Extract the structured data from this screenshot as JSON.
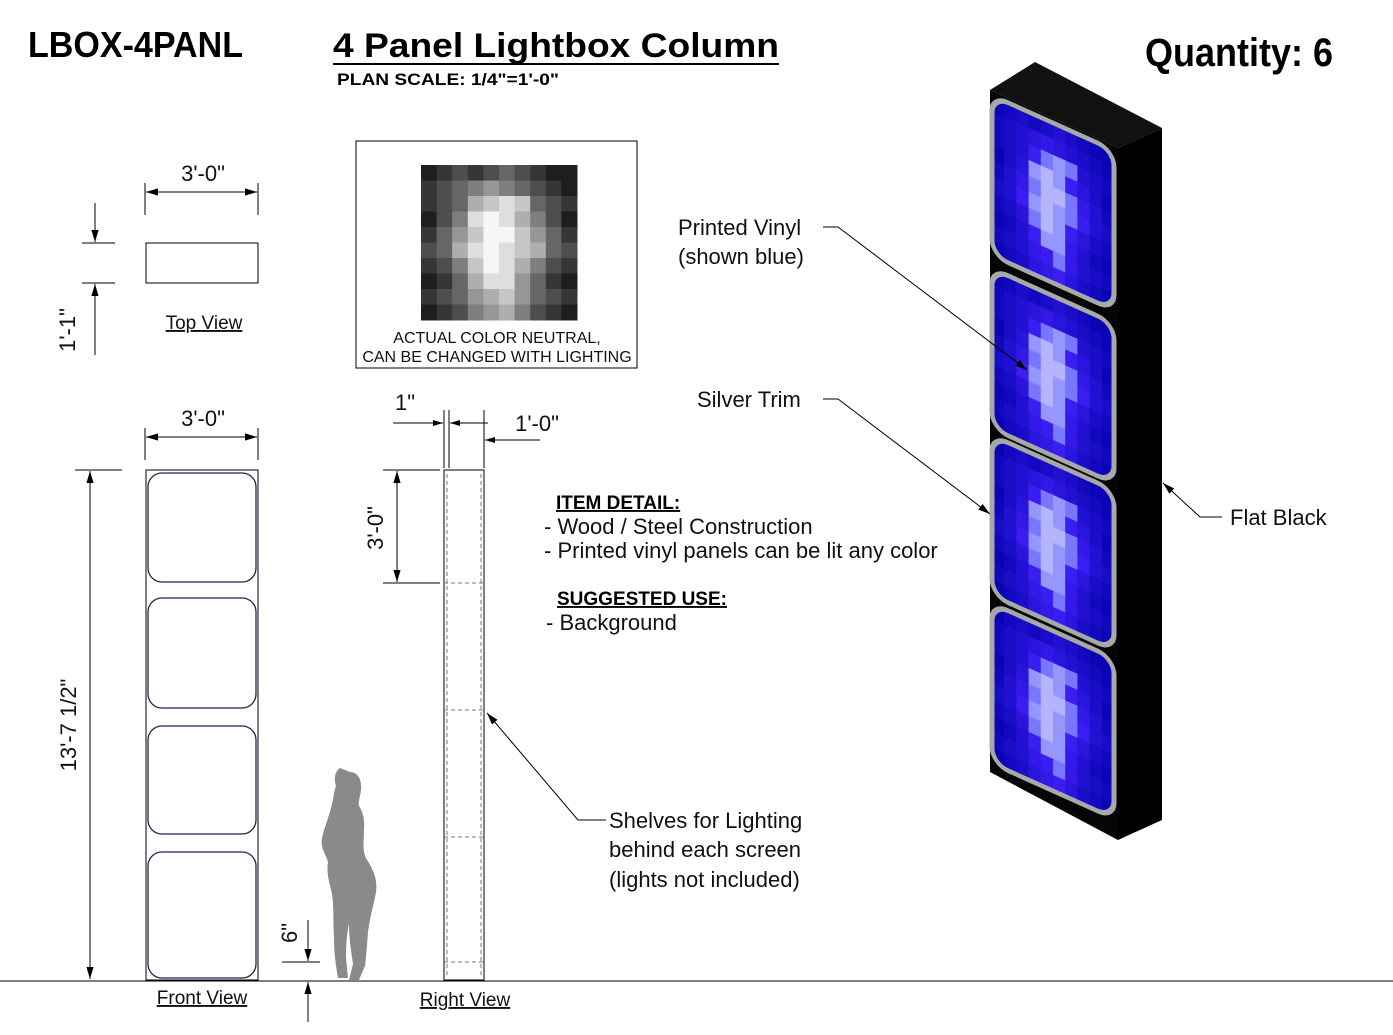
{
  "header": {
    "code": "LBOX-4PANL",
    "title": "4 Panel Lightbox Column",
    "scale": "PLAN  SCALE: 1/4\"=1'-0\"",
    "quantity": "Quantity: 6"
  },
  "top_view": {
    "width": "3'-0\"",
    "depth": "1'-1\"",
    "label": "Top View"
  },
  "front_view": {
    "width": "3'-0\"",
    "height": "13'-7 1/2\"",
    "base": "6\"",
    "label": "Front View"
  },
  "right_view": {
    "trim": "1\"",
    "depth": "1'-0\"",
    "panel_height": "3'-0\"",
    "label": "Right View"
  },
  "swatch": {
    "line1": "ACTUAL  COLOR  NEUTRAL,",
    "line2": "CAN  BE  CHANGED  WITH  LIGHTING"
  },
  "details": {
    "item_heading": "ITEM DETAIL:",
    "items": [
      "- Wood / Steel Construction",
      "- Printed vinyl panels can be lit any color"
    ],
    "use_heading": "SUGGESTED USE:",
    "uses": [
      "- Background"
    ]
  },
  "callouts": {
    "vinyl": [
      "Printed Vinyl",
      "(shown blue)"
    ],
    "trim": "Silver Trim",
    "black": "Flat Black",
    "shelves": [
      "Shelves for Lighting",
      "behind each screen",
      "(lights not included)"
    ]
  },
  "colors": {
    "panel_blue": "#1a10d8",
    "body": "#000000",
    "trim": "#a8a8a8"
  }
}
